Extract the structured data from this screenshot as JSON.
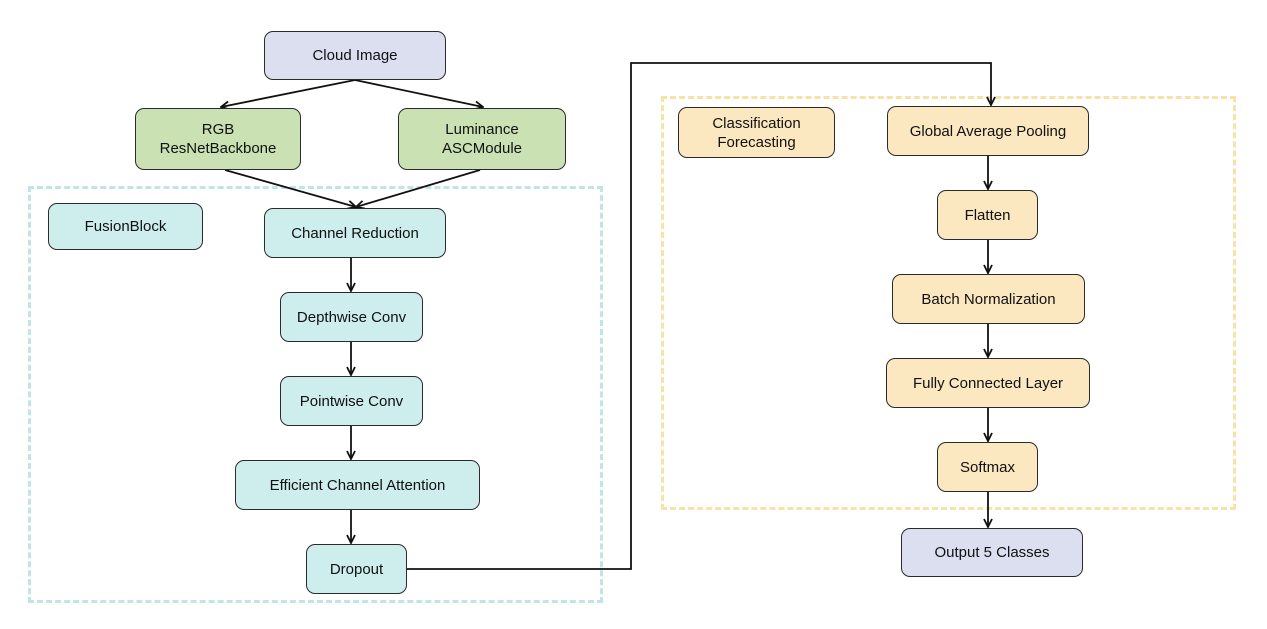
{
  "colors": {
    "input_output": "#dcdff0",
    "backbone": "#c9e1b3",
    "fusion": "#cdeeed",
    "classification": "#fbe7c0",
    "fusion_frame": "#bfe6e4",
    "classification_frame": "#f7e2a8",
    "stroke": "#2b2b2b"
  },
  "nodes": {
    "cloud_image": "Cloud Image",
    "rgb_backbone": "RGB\nResNetBackbone",
    "luminance_module": "Luminance\nASCModule",
    "fusion_label": "FusionBlock",
    "channel_reduction": "Channel Reduction",
    "depthwise_conv": "Depthwise Conv",
    "pointwise_conv": "Pointwise Conv",
    "efficient_channel_attention": "Efficient Channel Attention",
    "dropout": "Dropout",
    "classification_label": "Classification\nForecasting",
    "global_average_pooling": "Global Average Pooling",
    "flatten": "Flatten",
    "batch_normalization": "Batch Normalization",
    "fully_connected_layer": "Fully Connected Layer",
    "softmax": "Softmax",
    "output": "Output 5 Classes"
  }
}
